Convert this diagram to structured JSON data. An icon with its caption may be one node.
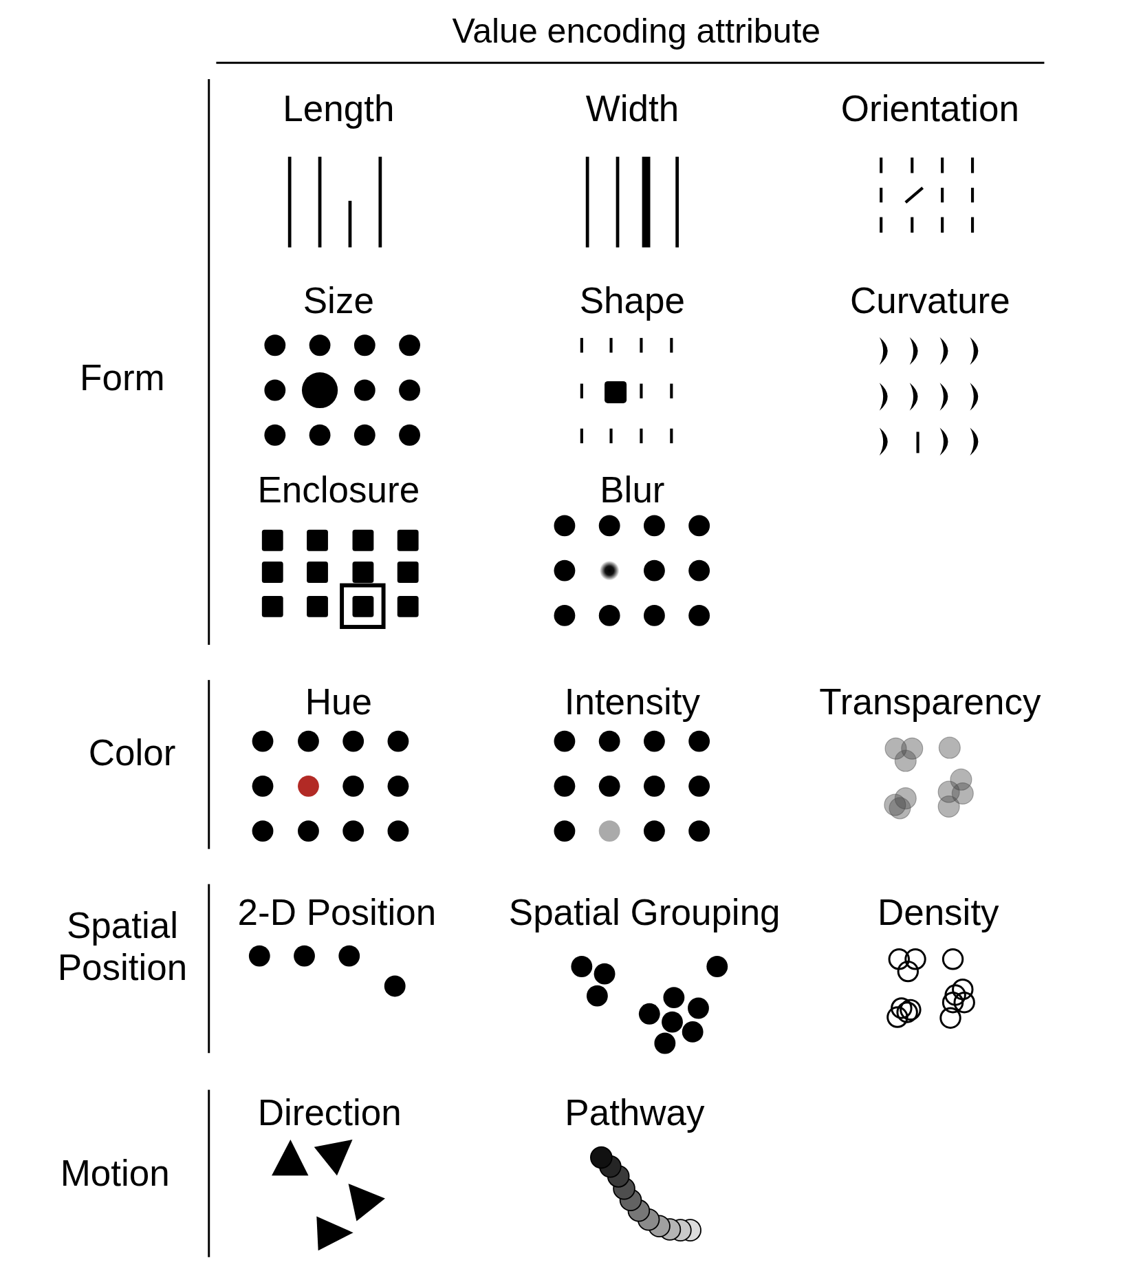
{
  "diagram": {
    "title": "Value encoding attribute",
    "labels": [
      "Length",
      "Width",
      "Orientation",
      "Size",
      "Shape",
      "Curvature",
      "Form",
      "Enclosure",
      "Blur",
      "Hue",
      "Intensity",
      "Transparency",
      "Color",
      "2-D Position",
      "Spatial Grouping",
      "Density",
      "Spatial Position",
      "Direction",
      "Pathway",
      "Motion"
    ]
  }
}
